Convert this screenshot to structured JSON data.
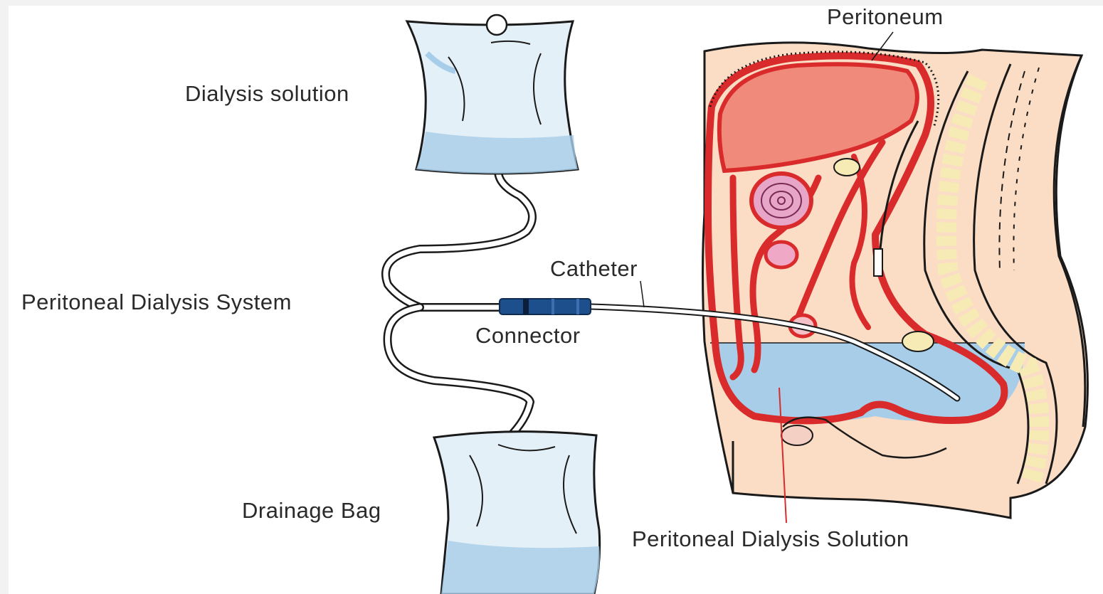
{
  "labels": {
    "peritoneum": "Peritoneum",
    "dialysis_solution": "Dialysis solution",
    "catheter": "Catheter",
    "pd_system": "Peritoneal Dialysis System",
    "connector": "Connector",
    "drainage_bag": "Drainage Bag",
    "pd_solution": "Peritoneal Dialysis Solution"
  },
  "colors": {
    "bag_fill": "#e4f0f8",
    "fluid": "#a8cde9",
    "tissue": "#fbdcc4",
    "peritoneum_red": "#d92b2b",
    "liver": "#f08a7a",
    "spine_bone": "#f7ebb5",
    "connector": "#1d4f8c",
    "outline": "#1a1a1a"
  }
}
